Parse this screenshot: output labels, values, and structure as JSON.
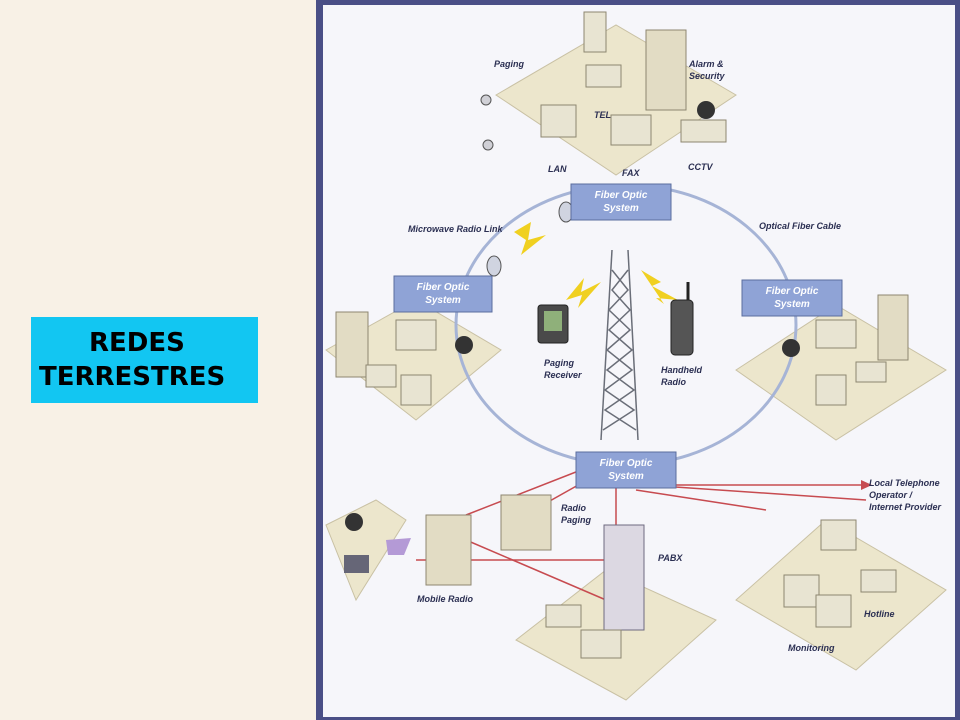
{
  "slide": {
    "title_line1": "REDES",
    "title_line2": "TERRESTRES"
  },
  "colors": {
    "title_box": "#12c6f2",
    "frame": "#4a4f86",
    "panel": "#f6f6fa",
    "fiber_box": "#8fa3d6",
    "ring": "#a6b4d6",
    "red_line": "#c74b50"
  },
  "diagram": {
    "fiber_label_1": "Fiber Optic",
    "fiber_label_2": "System",
    "labels": {
      "paging": "Paging",
      "alarm_1": "Alarm &",
      "alarm_2": "Security",
      "tel": "TEL",
      "lan": "LAN",
      "fax": "FAX",
      "cctv": "CCTV",
      "microwave": "Microwave Radio Link",
      "optical_cable": "Optical Fiber Cable",
      "paging_receiver_1": "Paging",
      "paging_receiver_2": "Receiver",
      "handheld_1": "Handheld",
      "handheld_2": "Radio",
      "local_tel_1": "Local Telephone",
      "local_tel_2": "Operator /",
      "local_tel_3": "Internet Provider",
      "radio_paging_1": "Radio",
      "radio_paging_2": "Paging",
      "pabx": "PABX",
      "mobile_radio": "Mobile Radio",
      "hotline": "Hotline",
      "monitoring": "Monitoring"
    }
  }
}
